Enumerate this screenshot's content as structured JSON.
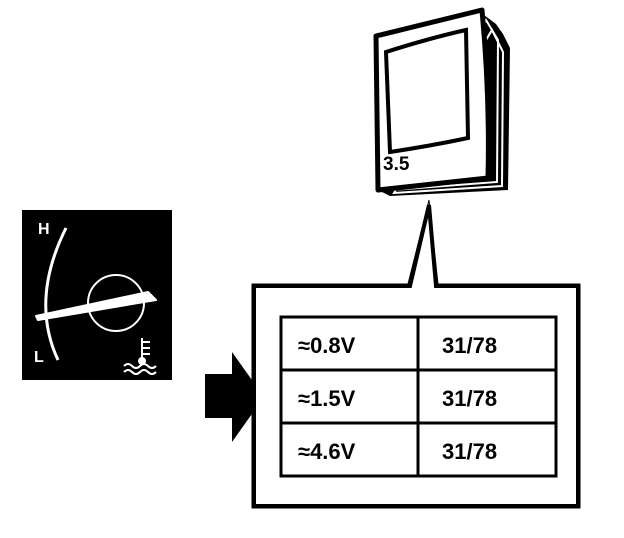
{
  "manual": {
    "page_label": "3.5"
  },
  "gauge": {
    "high_label": "H",
    "low_label": "L",
    "icon": "coolant-temperature-icon"
  },
  "arrow": {
    "icon": "right-arrow-icon"
  },
  "table": {
    "rows": [
      {
        "voltage": "≈0.8V",
        "ref": "31/78"
      },
      {
        "voltage": "≈1.5V",
        "ref": "31/78"
      },
      {
        "voltage": "≈4.6V",
        "ref": "31/78"
      }
    ]
  },
  "colors": {
    "ink": "#000000",
    "paper": "#ffffff"
  }
}
